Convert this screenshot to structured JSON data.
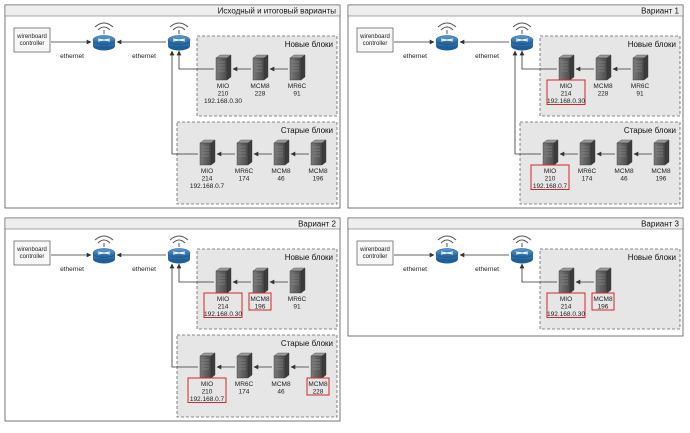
{
  "panels": [
    {
      "title": "Исходный и итоговый варианты",
      "controller": "wirenboard controller",
      "links": [
        "ethernet",
        "ethernet"
      ],
      "new_group": {
        "title": "Новые блоки",
        "devices": [
          {
            "lines": [
              "MIO",
              "210",
              "192.168.0.30"
            ],
            "highlight": false
          },
          {
            "lines": [
              "MCM8",
              "228"
            ],
            "highlight": false
          },
          {
            "lines": [
              "MR6C",
              "91"
            ],
            "highlight": false
          }
        ]
      },
      "old_group": {
        "title": "Старые блоки",
        "devices": [
          {
            "lines": [
              "MIO",
              "214",
              "192.168.0.7"
            ],
            "highlight": false
          },
          {
            "lines": [
              "MR6C",
              "174"
            ],
            "highlight": false
          },
          {
            "lines": [
              "MCM8",
              "46"
            ],
            "highlight": false
          },
          {
            "lines": [
              "MCM8",
              "196"
            ],
            "highlight": false
          }
        ]
      }
    },
    {
      "title": "Вариант 1",
      "controller": "wirenboard controller",
      "links": [
        "ethernet",
        "ethernet"
      ],
      "new_group": {
        "title": "Новые блоки",
        "devices": [
          {
            "lines": [
              "MIO",
              "214",
              "192.168.0.30"
            ],
            "highlight": true
          },
          {
            "lines": [
              "MCM8",
              "228"
            ],
            "highlight": false
          },
          {
            "lines": [
              "MR6C",
              "91"
            ],
            "highlight": false
          }
        ]
      },
      "old_group": {
        "title": "Старые блоки",
        "devices": [
          {
            "lines": [
              "MIO",
              "210",
              "192.168.0.7"
            ],
            "highlight": true
          },
          {
            "lines": [
              "MR6C",
              "174"
            ],
            "highlight": false
          },
          {
            "lines": [
              "MCM8",
              "46"
            ],
            "highlight": false
          },
          {
            "lines": [
              "MCM8",
              "196"
            ],
            "highlight": false
          }
        ]
      }
    },
    {
      "title": "Вариант 2",
      "controller": "wirenboard controller",
      "links": [
        "ethernet",
        "ethernet"
      ],
      "new_group": {
        "title": "Новые блоки",
        "devices": [
          {
            "lines": [
              "MIO",
              "214",
              "192.168.0.30"
            ],
            "highlight": true
          },
          {
            "lines": [
              "MCM8",
              "196"
            ],
            "highlight": true
          },
          {
            "lines": [
              "MR6C",
              "91"
            ],
            "highlight": false
          }
        ]
      },
      "old_group": {
        "title": "Старые блоки",
        "devices": [
          {
            "lines": [
              "MIO",
              "210",
              "192.168.0.7"
            ],
            "highlight": true
          },
          {
            "lines": [
              "MR6C",
              "174"
            ],
            "highlight": false
          },
          {
            "lines": [
              "MCM8",
              "46"
            ],
            "highlight": false
          },
          {
            "lines": [
              "MCM8",
              "228"
            ],
            "highlight": true
          }
        ]
      }
    },
    {
      "title": "Вариант 3",
      "controller": "wirenboard controller",
      "links": [
        "ethernet",
        "ethernet"
      ],
      "new_group": {
        "title": "Новые блоки",
        "devices": [
          {
            "lines": [
              "MIO",
              "214",
              "192.168.0.30"
            ],
            "highlight": true
          },
          {
            "lines": [
              "MCM8",
              "196"
            ],
            "highlight": true
          }
        ]
      },
      "old_group": null
    }
  ],
  "colors": {
    "panel_border": "#555555",
    "panel_header_bg": "#eeeeee",
    "group_bg": "#e6e6e6",
    "group_border": "#666666",
    "router_blue": "#2f6fa8",
    "highlight": "#d62728",
    "wire": "#333333"
  }
}
